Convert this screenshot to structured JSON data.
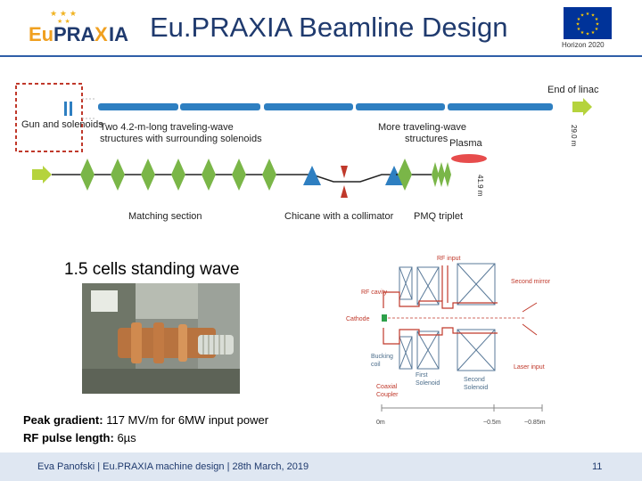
{
  "header": {
    "logo_text": "EuPRAXIA",
    "title": "Eu.PRAXIA Beamline Design",
    "eu_flag_caption": "Horizon 2020"
  },
  "beamline": {
    "labels": {
      "end_of_linac": "End of linac",
      "gun_and_solenoids": "Gun and solenoids",
      "two_tw_structures": "Two 4.2-m-long traveling-wave structures with surrounding solenoids",
      "more_tw_structures": "More traveling-wave structures",
      "plasma": "Plasma",
      "length_top": "29.0 m",
      "length_bottom": "41.9 m",
      "matching_section": "Matching section",
      "chicane": "Chicane with a collimator",
      "pmq_triplet": "PMQ triplet"
    },
    "colors": {
      "rf": "#2e7fc1",
      "quad": "#7ab648",
      "plasma": "#e74c4c",
      "arrow": "#b5d33d",
      "gun_box": "#c0392b"
    }
  },
  "section": {
    "subtitle": "1.5 cells standing wave"
  },
  "cavity_diagram": {
    "rf_input": "RF input",
    "rf_cavity": "RF cavity",
    "second_mirror": "Second mirror",
    "cathode": "Cathode",
    "bucking_coil": "Bucking coil",
    "first_solenoid": "First Solenoid",
    "second_solenoid": "Second Solenoid",
    "laser_input": "Laser input",
    "coaxial_coupler": "Coaxial Coupler",
    "scale_0": "0m",
    "scale_1": "~0.5m",
    "scale_2": "~0.85m"
  },
  "specs": {
    "gradient_label": "Peak gradient:",
    "gradient_value": " 117 MV/m for 6MW input power",
    "pulse_label": "RF pulse length:",
    "pulse_value": " 6µs"
  },
  "footer": {
    "text": "Eva Panofski | Eu.PRAXIA machine design | 28th March, 2019",
    "page": "11"
  }
}
